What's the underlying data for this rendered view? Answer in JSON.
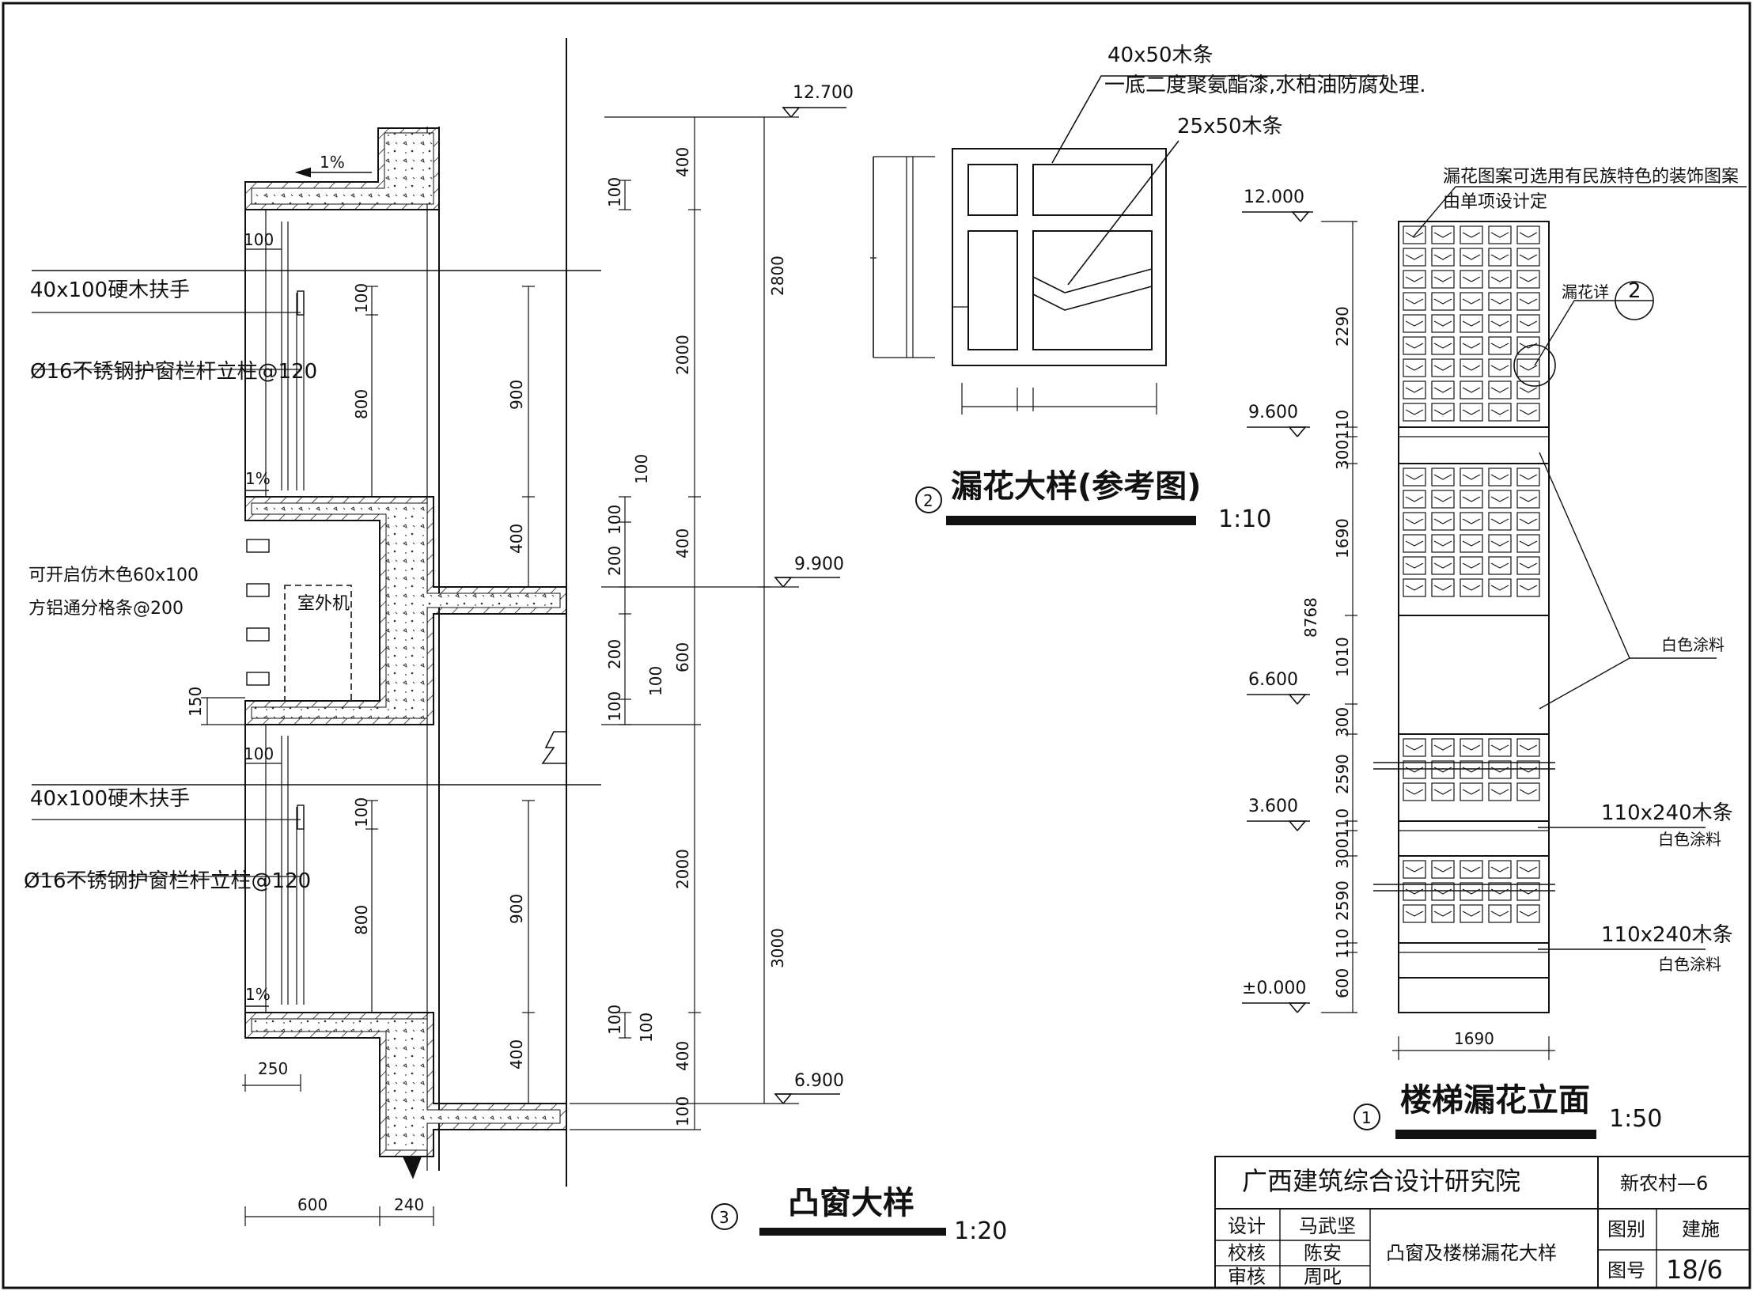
{
  "details": {
    "d1": {
      "num": "1",
      "title": "楼梯漏花立面",
      "scale": "1:50"
    },
    "d2": {
      "num": "2",
      "title": "漏花大样(参考图)",
      "scale": "1:10"
    },
    "d3": {
      "num": "3",
      "title": "凸窗大样",
      "scale": "1:20"
    }
  },
  "bay": {
    "notes": {
      "handrail_top": "40x100硬木扶手",
      "guard_top": "Ø16不锈钢护窗栏杆立柱@120",
      "shutter_1": "可开启仿木色60x100",
      "shutter_2": "方铝通分格条@200",
      "outdoor_unit": "室外机",
      "handrail_bottom": "40x100硬木扶手",
      "guard_bottom": "Ø16不锈钢护窗栏杆立柱@120"
    },
    "slopes": [
      "1%",
      "1%",
      "1%"
    ],
    "levels": [
      "12.700",
      "9.900",
      "6.900"
    ],
    "dims": {
      "w100_top": "100",
      "w100_mid": "100",
      "h150": "150",
      "w250": "250",
      "bottom_600": "600",
      "bottom_240": "240",
      "i100_a": "100",
      "i800_a": "800",
      "i100_b": "100",
      "i800_b": "800",
      "c900_a": "900",
      "c400_a": "400",
      "c900_b": "900",
      "c400_b": "400",
      "s100_a": "100",
      "s100_b": "100",
      "s200_a": "200",
      "s200_b": "200",
      "s100_c": "100",
      "s100_d": "100",
      "m100_a": "100",
      "m100_b": "100",
      "m100_c": "100",
      "f400_a": "400",
      "f2000_a": "2000",
      "f400_b": "400",
      "f600": "600",
      "f2000_b": "2000",
      "f400_c": "400",
      "f100": "100",
      "t2800": "2800",
      "t3000": "3000"
    }
  },
  "lattice": {
    "note_wood_1": "40x50木条",
    "note_finish": "一底二度聚氨酯漆,水柏油防腐处理.",
    "note_wood_2": "25x50木条"
  },
  "stair": {
    "note_pattern_1": "漏花图案可选用有民族特色的装饰图案",
    "note_pattern_2": "由单项设计定",
    "callout_label": "漏花详",
    "callout_num": "2",
    "white_paint_1": "白色涂料",
    "wood_strip_1": "110x240木条",
    "white_paint_2": "白色涂料",
    "wood_strip_2": "110x240木条",
    "white_paint_3": "白色涂料",
    "levels": [
      "12.000",
      "9.600",
      "6.600",
      "3.600",
      "±0.000"
    ],
    "dims": [
      "2290",
      "110",
      "300",
      "1690",
      "1010",
      "300",
      "2590",
      "110",
      "300",
      "2590",
      "110",
      "600"
    ],
    "overall": "8768",
    "width": "1690"
  },
  "title_block": {
    "firm": "广西建筑综合设计研究院",
    "project": "新农村—6",
    "design_label": "设计",
    "design_name": "马武坚",
    "check_label": "校核",
    "check_name": "陈安",
    "review_label": "审核",
    "review_name": "周叱",
    "drawing_title": "凸窗及楼梯漏花大样",
    "category_label": "图别",
    "category_value": "建施",
    "number_label": "图号",
    "number_value": "18/6"
  }
}
